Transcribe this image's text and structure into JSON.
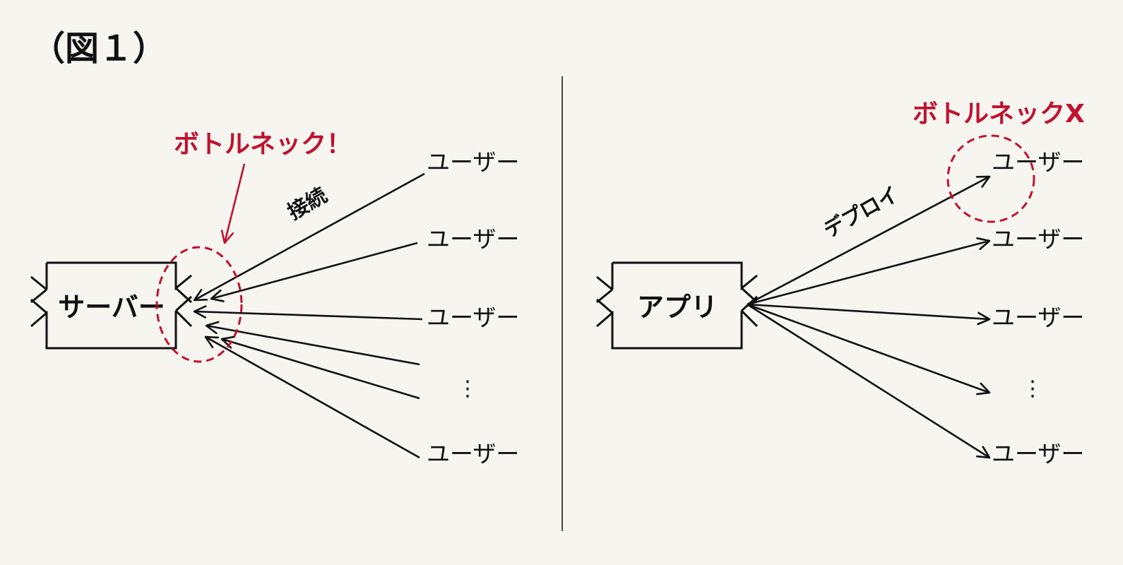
{
  "title": "（図１）",
  "colors": {
    "accent": "#c0112f",
    "ink": "#111111",
    "background": "#f7f5f0"
  },
  "left": {
    "box_label": "サーバー",
    "edge_label": "接続",
    "alert_label": "ボトルネック！",
    "users": [
      "ユーザー",
      "ユーザー",
      "ユーザー",
      "ユーザー"
    ],
    "ellipsis": "⋮"
  },
  "right": {
    "box_label": "アプリ",
    "edge_label": "デプロイ",
    "alert_label": "ボトルネックX",
    "users": [
      "ユーザー",
      "ユーザー",
      "ユーザー",
      "ユーザー"
    ],
    "ellipsis": "⋮"
  }
}
